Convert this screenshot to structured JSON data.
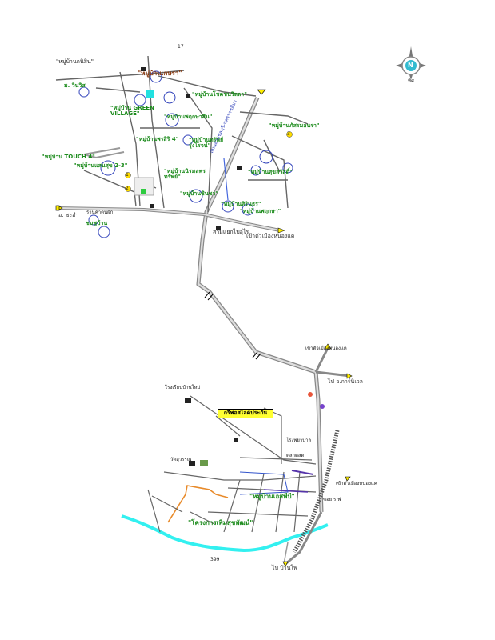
{
  "map": {
    "title": "กรีพอสไลด์ประกัน",
    "compass": {
      "label": "N",
      "sub": "ทิศ"
    },
    "labels": {
      "village_top_left": "\"หมู่บ้านกนิสิน\"",
      "village_top_left2": "ม. วินวิส",
      "village_orange": "\"หมู่บ้านเกษรา\"",
      "green_villa": "\"หมู่บ้าน GREEN VILLAGE\"",
      "village_mid": "\"หมู่บ้านโชคชนวิลลา\"",
      "village_pruksa": "\"หมู่บ้านพฤกษาสิน\"",
      "village_touch4": "\"หมู่บ้าน TOUCH 4\"",
      "village_23": "\"หมู่บ้านแสนสุข 2-3\"",
      "village_phr": "\"หมู่บ้านพรสิริ 4\"",
      "village_pr2": "\"หมู่บ้านทรัพย์รุ่งโรจน์\"",
      "village_ns": "\"หมู่บ้านนิรมลพร ทรัพย์\"",
      "village_sin": "\"หมู่บ้านชินชา\"",
      "village_bottom1": "\"หมู่บ้านสิรินธร\"",
      "village_bottom2": "\"หมู่บ้านพฤกษา\"",
      "village_right1": "\"หมู่บ้านภัสรมอนรา\"",
      "village_right2": "\"หมู่บ้านสุขสวัสดิ์\"",
      "village_left": "ชมพูบ้าน",
      "junction": "สามแยกไปอุไร",
      "to_left": "อ. ชะอำ",
      "to_right": "เข้าตัวเมืองหนองแค",
      "road_vertical": "ถนนสายชลบุรี-นครราชสีมา",
      "to_right_mid": "ไป อ.การ์นิเวล",
      "to_top_mid": "เข้าตัวเมืองหนองแค",
      "to_bottom": "ไป บ้านโพ",
      "road_399": "399",
      "soi_right": "ซอย ร.ฟ",
      "right_label": "เข้าตัวเมืองหนองแค",
      "city_green": "\"หมู่บ้านเอสพีบี\"",
      "project_green": "\"โครงการเพิ่มสุขพัฒน์\"",
      "shop_left": "ร้านค้าต้นผัก",
      "school": "โรงเรียนบ้านใหม่",
      "temple": "วัดสุวรรณ",
      "market": "ตลาดสด",
      "hospital": "โรงพยาบาล",
      "num_17": "17",
      "num_1": "1",
      "num_2": "2",
      "num_3": "3"
    }
  }
}
